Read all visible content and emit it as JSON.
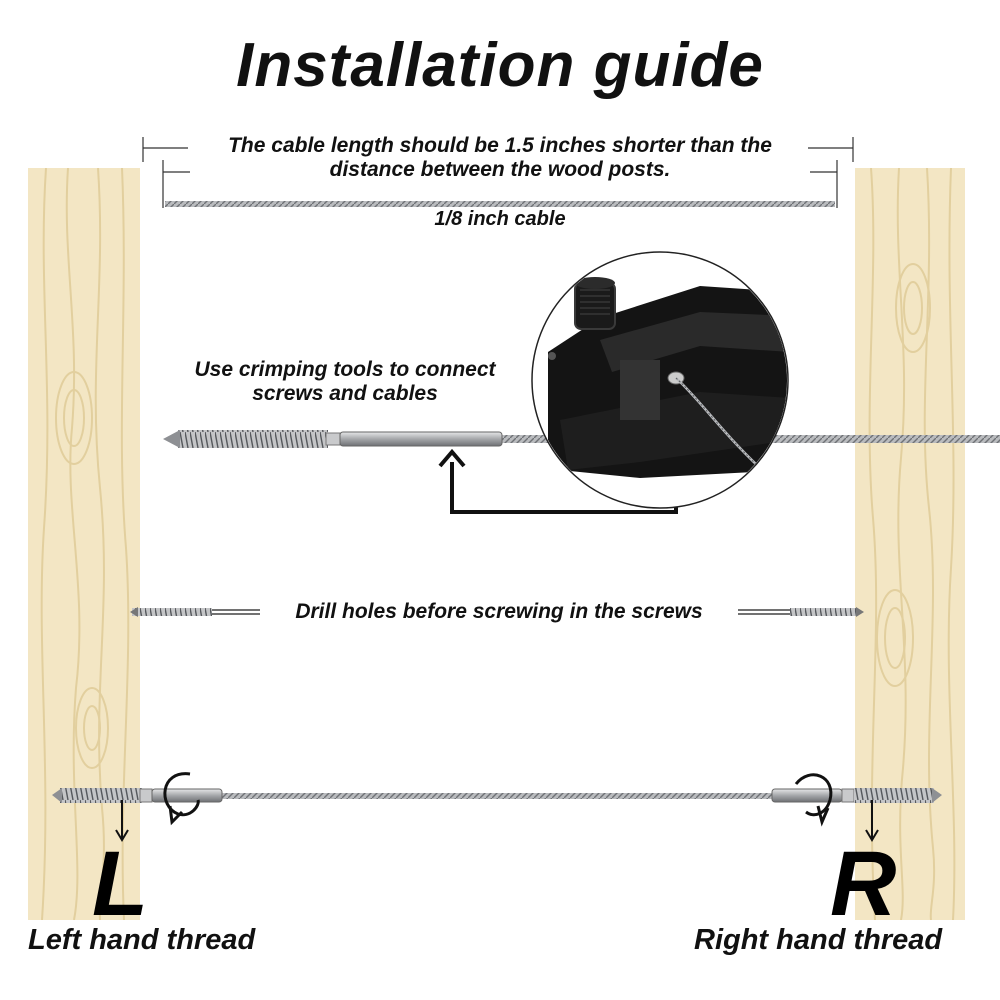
{
  "title": "Installation guide",
  "cable_length_note": {
    "line1": "The cable length should be 1.5 inches shorter than the",
    "line2": "distance between the wood posts."
  },
  "cable_label": "1/8 inch cable",
  "crimp_note": {
    "line1": "Use crimping tools to connect",
    "line2": "screws and cables"
  },
  "drill_note": "Drill holes before screwing in the screws",
  "left": {
    "letter": "L",
    "label": "Left hand thread"
  },
  "right": {
    "letter": "R",
    "label": "Right hand thread"
  },
  "colors": {
    "wood": "#f3e6c4",
    "wood_grain": "#e2cf9e",
    "metal": "#a9abae",
    "tool": "#141414",
    "text": "#111111"
  },
  "icons": [
    "wood-post-left",
    "wood-post-right",
    "cable",
    "lag-screw",
    "crimping-tool",
    "drill-bit",
    "rotation-arrow-icon",
    "down-arrow-icon",
    "up-arrow-icon"
  ]
}
